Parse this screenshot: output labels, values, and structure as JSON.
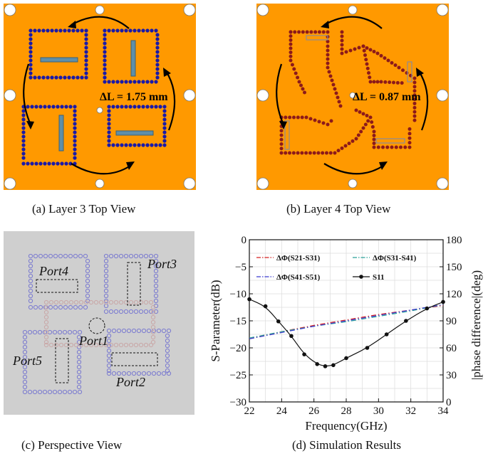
{
  "captions": {
    "a": "(a)  Layer 3 Top View",
    "b": "(b) Layer 4 Top View",
    "c": "(c) Perspective View",
    "d": "(d) Simulation Results"
  },
  "panel_a": {
    "dl_label": "ΔL = 1.75 mm",
    "board_color": "#ff9900",
    "via_color": "#1a1aa8",
    "slot_color": "#5f8fa8"
  },
  "panel_b": {
    "dl_label": "ΔL = 0.87 mm",
    "board_color": "#ff9900",
    "via_color": "#8c1a1a"
  },
  "panel_c": {
    "ports": [
      "Port4",
      "Port3",
      "Port1",
      "Port5",
      "Port2"
    ],
    "background": "#cfcfcf"
  },
  "chart_data": {
    "type": "line",
    "xlabel": "Frequency(GHz)",
    "ylabel_left": "S-Parameter(dB)",
    "ylabel_right": "|phase difference|(deg)",
    "xlim": [
      22,
      34
    ],
    "ylim_left": [
      -30,
      0
    ],
    "ylim_right": [
      0,
      180
    ],
    "xticks": [
      "22",
      "24",
      "26",
      "28",
      "30",
      "32",
      "34"
    ],
    "yticks_left": [
      "0",
      "−5",
      "−10",
      "−15",
      "−20",
      "−25",
      "−30"
    ],
    "yticks_right": [
      "180",
      "150",
      "120",
      "90",
      "60",
      "30",
      "0"
    ],
    "grid": true,
    "legend_placement": "upper-middle",
    "series": [
      {
        "name": "ΔΦ(S21-S31)",
        "axis": "right",
        "color": "#d62020",
        "style": "dashdot",
        "x": [
          22,
          24,
          26,
          28,
          30,
          32,
          34
        ],
        "values": [
          70,
          78,
          85,
          91,
          97,
          102,
          107
        ]
      },
      {
        "name": "ΔΦ(S31-S41)",
        "axis": "right",
        "color": "#2aa198",
        "style": "dashdot",
        "x": [
          22,
          24,
          26,
          28,
          30,
          32,
          34
        ],
        "values": [
          71,
          78,
          84,
          89,
          95,
          101,
          108
        ]
      },
      {
        "name": "ΔΦ(S41-S51)",
        "axis": "right",
        "color": "#3a3ad0",
        "style": "dashdot",
        "x": [
          22,
          24,
          26,
          28,
          30,
          32,
          34
        ],
        "values": [
          70,
          77,
          84,
          90,
          96,
          102,
          108
        ]
      },
      {
        "name": "S11",
        "axis": "left",
        "color": "#111111",
        "style": "solid-marker",
        "x": [
          22,
          23,
          23.8,
          24.6,
          25.4,
          26.2,
          26.7,
          27.2,
          28.0,
          29.3,
          30.5,
          31.7,
          33.0,
          34
        ],
        "values": [
          -11,
          -12.3,
          -15.1,
          -17.8,
          -21.2,
          -23.0,
          -23.4,
          -23.2,
          -21.9,
          -20.0,
          -17.5,
          -15.0,
          -12.7,
          -11.5
        ]
      }
    ]
  }
}
